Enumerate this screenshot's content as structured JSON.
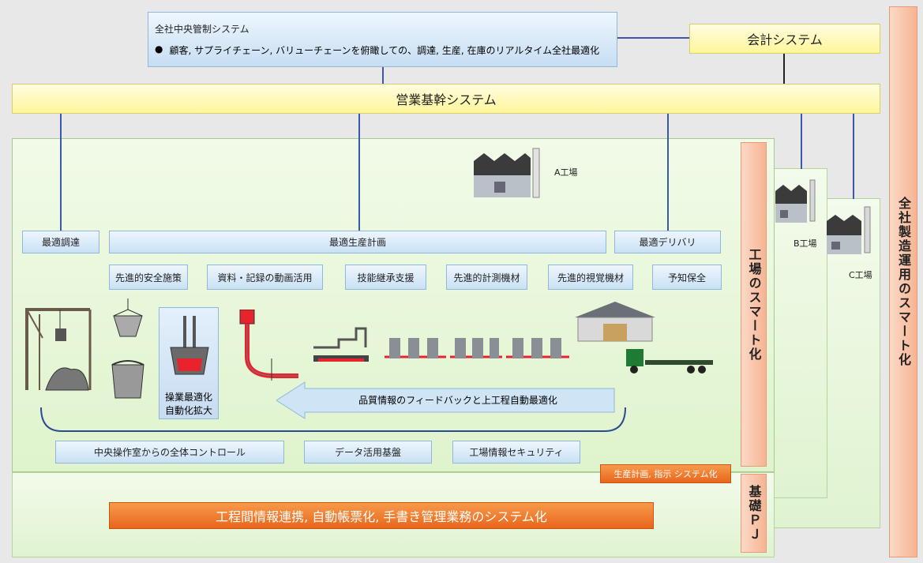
{
  "top_box": {
    "title": "全社中央管制システム",
    "bullet": "●",
    "desc": "顧客, サプライチェーン, バリューチェーンを俯瞰しての、調達, 生産, 在庫のリアルタイム全社最適化"
  },
  "accounting": "会計システム",
  "sales_core": "営業基幹システム",
  "right_vertical": "全社製造運用のスマート化",
  "factory_vertical": "工場のスマート化",
  "foundation_vertical": "基礎ＰＪ",
  "factories": {
    "a": "A工場",
    "b": "B工場",
    "c": "C工場"
  },
  "plan_row": {
    "procurement": "最適調達",
    "production": "最適生産計画",
    "delivery": "最適デリバリ"
  },
  "initiatives": [
    "先進的安全施策",
    "資料・記録の動画活用",
    "技能継承支援",
    "先進的計測機材",
    "先進的視覚機材",
    "予知保全"
  ],
  "operation": "操業最適化\n自動化拡大",
  "feedback": "品質情報のフィードバックと上工程自動最適化",
  "bottom_row": [
    "中央操作室からの全体コントロール",
    "データ活用基盤",
    "工場情報セキュリティ"
  ],
  "production_tag": "生産計画, 指示 システム化",
  "foundation_bar": "工程間情報連携, 自動帳票化, 手書き管理業務のシステム化",
  "colors": {
    "line": "#3a5aa8",
    "orange": "#e8661c",
    "salmon": "#f6b493",
    "yellow": "#fff59a"
  }
}
